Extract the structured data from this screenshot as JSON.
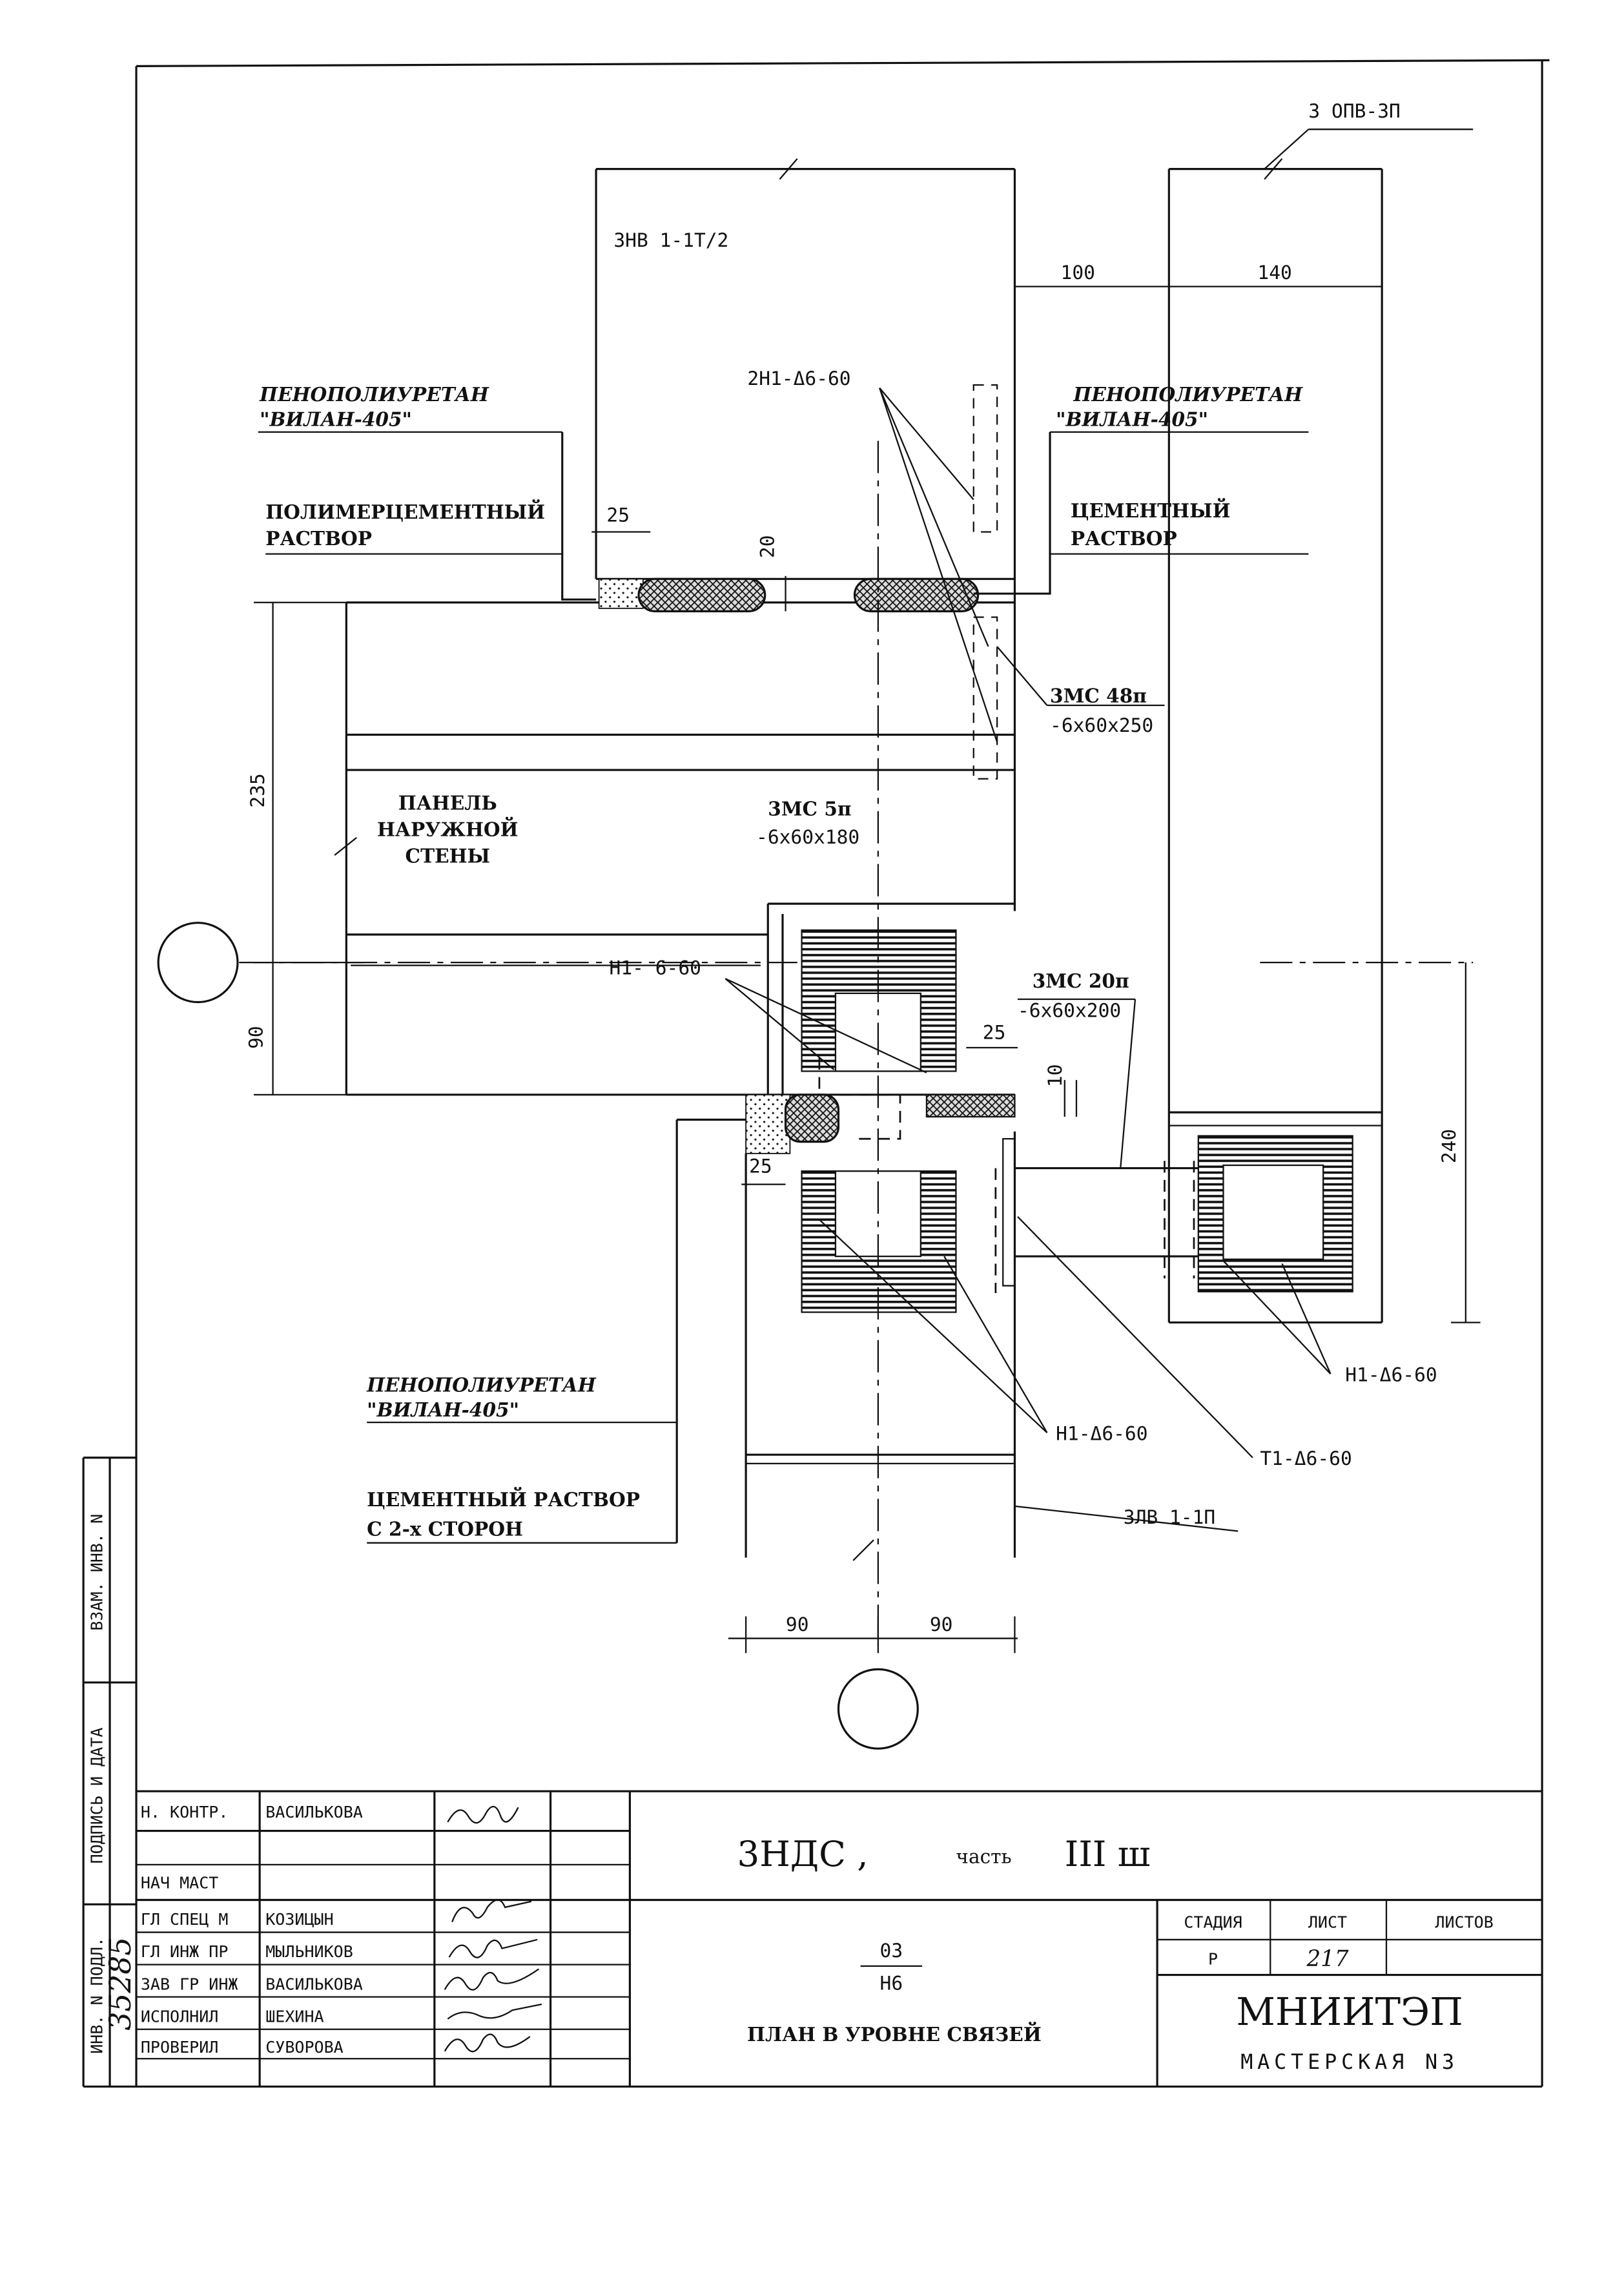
{
  "drawing": {
    "callouts": {
      "opv": "3 ОПВ-3П",
      "znv": "3НВ 1-1Т/2",
      "2n1": "2Н1-Δ6-60",
      "penopoly_left_1": "ПЕНОПОЛИУРЕТАН",
      "penopoly_left_2": "\"ВИЛАН-405\"",
      "penopoly_right_1": "ПЕНОПОЛИУРЕТАН",
      "penopoly_right_2": "\"ВИЛАН-405\"",
      "polymer_1": "ПОЛИМЕРЦЕМЕНТНЫЙ",
      "polymer_2": "РАСТВОР",
      "cement_right_1": "ЦЕМЕНТНЫЙ",
      "cement_right_2": "РАСТВОР",
      "zmc48_1": "3МС 48п",
      "zmc48_2": "-6х60х250",
      "panel_1": "ПАНЕЛЬ",
      "panel_2": "НАРУЖНОЙ",
      "panel_3": "СТЕНЫ",
      "zmc5_1": "3МС 5п",
      "zmc5_2": "-6х60х180",
      "n1_660": "Н1- 6-60",
      "zmc20_1": "3МС 20п",
      "zmc20_2": "-6х60х200",
      "n1_right": "Н1-Δ6-60",
      "n1_bottom": "Н1-Δ6-60",
      "t1": "Т1-Δ6-60",
      "penopoly_bottom_1": "ПЕНОПОЛИУРЕТАН",
      "penopoly_bottom_2": "\"ВИЛАН-405\"",
      "cement_bottom_1": "ЦЕМЕНТНЫЙ РАСТВОР",
      "cement_bottom_2": "С 2-х СТОРОН",
      "zlv": "3ЛВ 1-1П"
    },
    "dimensions": {
      "d100": "100",
      "d140": "140",
      "d25a": "25",
      "d20": "20",
      "d235": "235",
      "d90_left": "90",
      "d25b": "25",
      "d10": "10",
      "d25c": "25",
      "d240": "240",
      "d90_bot_left": "90",
      "d90_bot_right": "90"
    }
  },
  "side_stamp": {
    "vzam": "ВЗАМ. ИНВ. N",
    "podpis": "ПОДПИСЬ И ДАТА",
    "inv": "ИНВ. N ПОДЛ.",
    "inv_number": "35285"
  },
  "title_block": {
    "roles": [
      "Н. КОНТР.",
      "",
      "НАЧ МАСТ",
      "ГЛ СПЕЦ М",
      "ГЛ ИНЖ ПР",
      "ЗАВ ГР ИНЖ",
      "ИСПОЛНИЛ",
      "ПРОВЕРИЛ"
    ],
    "names": [
      "ВАСИЛЬКОВА",
      "",
      "",
      "КОЗИЦЫН",
      "МЫЛЬНИКОВ",
      "ВАСИЛЬКОВА",
      "ШЕХИНА",
      "СУВОРОВА"
    ],
    "project_main": "3НДС ,",
    "project_part": "часть",
    "project_part_num": "III ш",
    "sheet_num_top": "03",
    "sheet_num_bottom": "Н6",
    "sheet_title": "ПЛАН В УРОВНЕ СВЯЗЕЙ",
    "stage_header": "СТАДИЯ",
    "sheet_header": "ЛИСТ",
    "sheets_header": "ЛИСТОВ",
    "stage_value": "Р",
    "sheet_value": "217",
    "sheets_value": "",
    "org": "МНИИТЭП",
    "org_sub": "МАСТЕРСКАЯ  N3"
  }
}
